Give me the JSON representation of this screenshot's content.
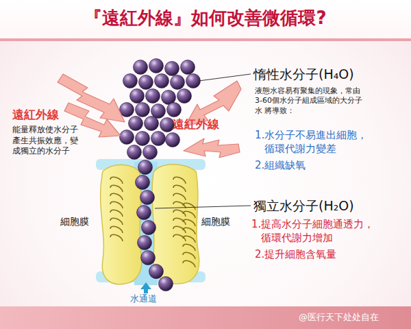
{
  "diagram": {
    "title": "『遠紅外線』如何改善微循環?",
    "labels": [
      "遠紅外線",
      "能量釋放使水分子 產生共振效應，變 成獨立的水分子",
      "遠紅外線",
      "惰性水分子(H₄O)",
      "液態水容易有聚集的現象，常由 3-60個水分子組成區域的大分子水 將導致：",
      "1.水分子不易進出細胞， 循環代謝力變差",
      "2.組織缺氧",
      "獨立水分子(H₂O)",
      "1.提高水分子細胞通透力， 循環代謝力增加",
      "2.提升細胞含氧量",
      "細胞膜",
      "細胞膜",
      "水通道",
      "@医行天下处处自在"
    ]
  }
}
